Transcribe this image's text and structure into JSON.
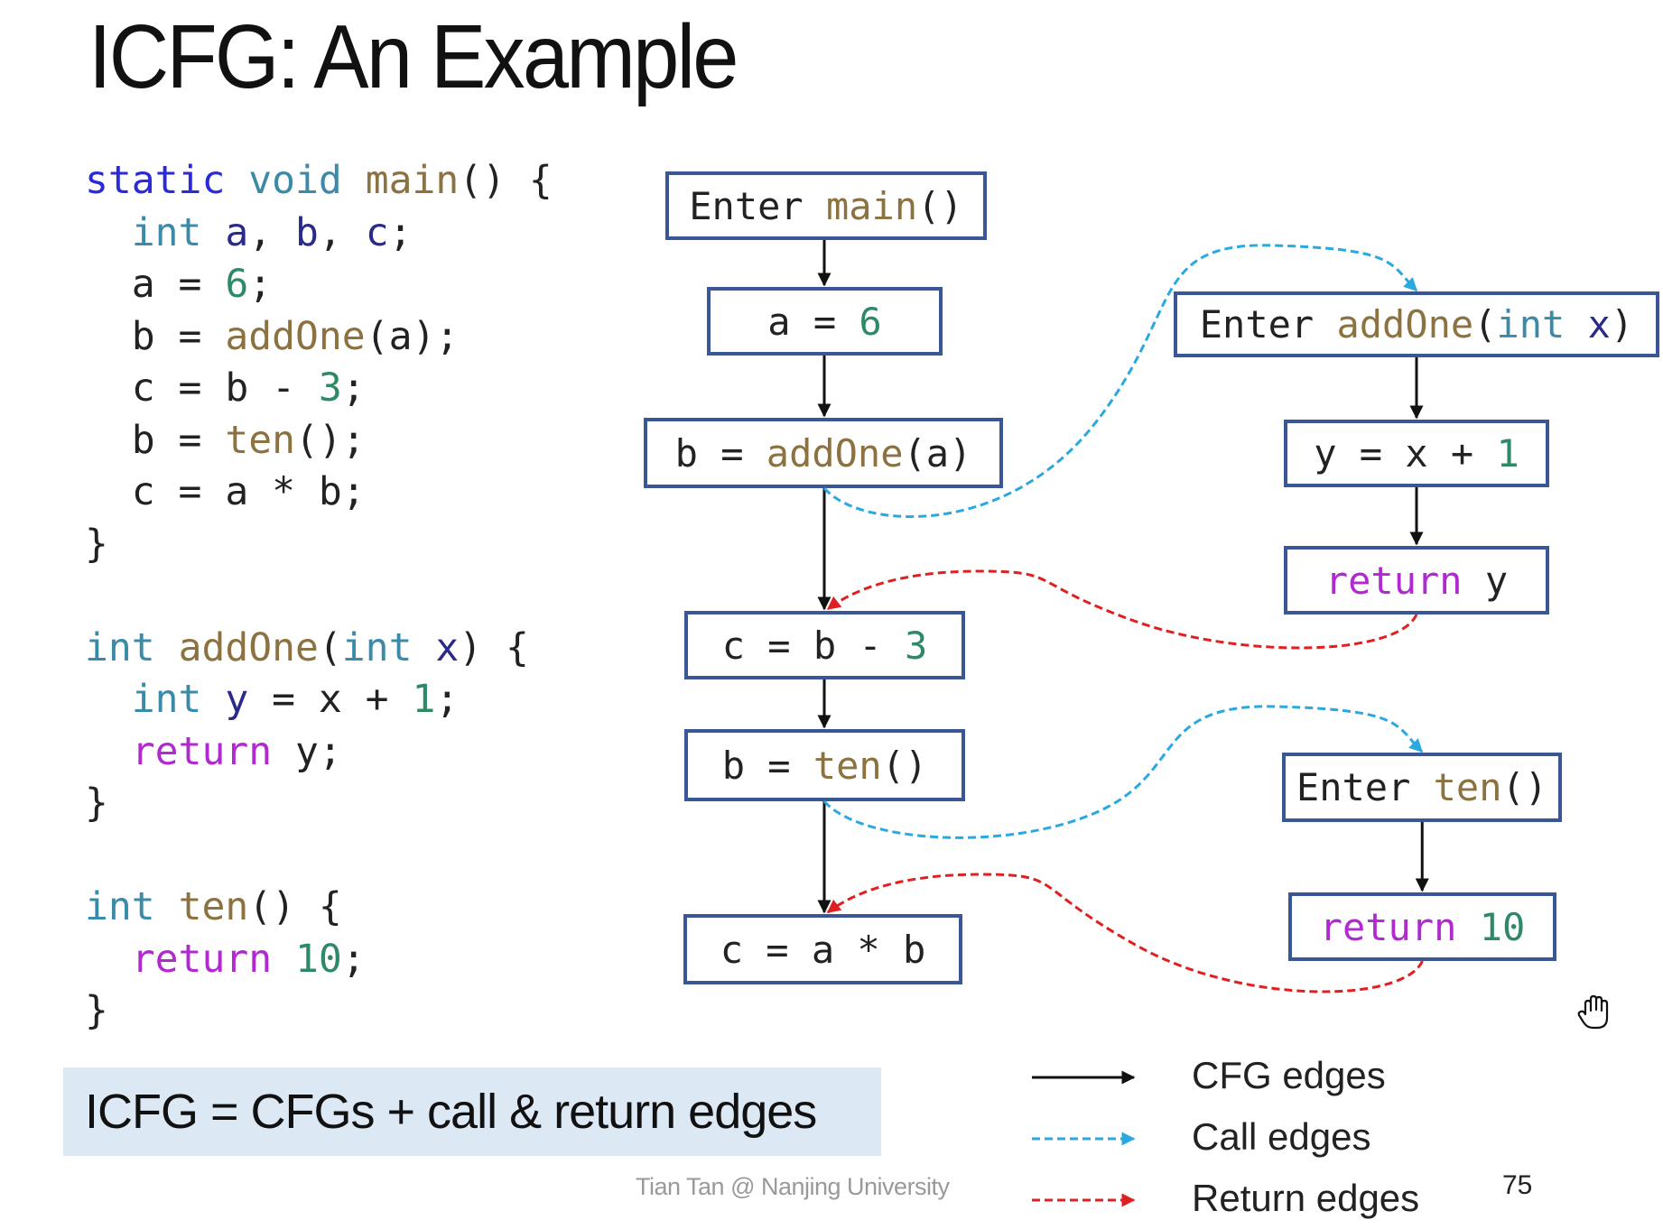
{
  "slide": {
    "title": "ICFG: An Example",
    "summary": "ICFG = CFGs + call & return edges",
    "footer": "Tian Tan @ Nanjing University",
    "page_number": "75"
  },
  "colors": {
    "node_border": "#3a5795",
    "cfg_edge": "#111111",
    "call_edge": "#2aa8e0",
    "return_edge": "#e02020",
    "summary_background": "#dde8f5"
  },
  "code": [
    [
      [
        "kw",
        "static"
      ],
      [
        "plain",
        " "
      ],
      [
        "type",
        "void"
      ],
      [
        "plain",
        " "
      ],
      [
        "fn",
        "main"
      ],
      [
        "plain",
        "() {"
      ]
    ],
    [
      [
        "plain",
        "  "
      ],
      [
        "type",
        "int"
      ],
      [
        "plain",
        " "
      ],
      [
        "decl",
        "a"
      ],
      [
        "plain",
        ", "
      ],
      [
        "decl",
        "b"
      ],
      [
        "plain",
        ", "
      ],
      [
        "decl",
        "c"
      ],
      [
        "plain",
        ";"
      ]
    ],
    [
      [
        "plain",
        "  a = "
      ],
      [
        "num",
        "6"
      ],
      [
        "plain",
        ";"
      ]
    ],
    [
      [
        "plain",
        "  b = "
      ],
      [
        "fn",
        "addOne"
      ],
      [
        "plain",
        "(a);"
      ]
    ],
    [
      [
        "plain",
        "  c = b - "
      ],
      [
        "num",
        "3"
      ],
      [
        "plain",
        ";"
      ]
    ],
    [
      [
        "plain",
        "  b = "
      ],
      [
        "fn",
        "ten"
      ],
      [
        "plain",
        "();"
      ]
    ],
    [
      [
        "plain",
        "  c = a * b;"
      ]
    ],
    [
      [
        "plain",
        "}"
      ]
    ],
    [],
    [
      [
        "type",
        "int"
      ],
      [
        "plain",
        " "
      ],
      [
        "fn",
        "addOne"
      ],
      [
        "plain",
        "("
      ],
      [
        "type",
        "int"
      ],
      [
        "plain",
        " "
      ],
      [
        "decl",
        "x"
      ],
      [
        "plain",
        ") {"
      ]
    ],
    [
      [
        "plain",
        "  "
      ],
      [
        "type",
        "int"
      ],
      [
        "plain",
        " "
      ],
      [
        "decl",
        "y"
      ],
      [
        "plain",
        " = x + "
      ],
      [
        "num",
        "1"
      ],
      [
        "plain",
        ";"
      ]
    ],
    [
      [
        "plain",
        "  "
      ],
      [
        "ret",
        "return"
      ],
      [
        "plain",
        " y;"
      ]
    ],
    [
      [
        "plain",
        "}"
      ]
    ],
    [],
    [
      [
        "type",
        "int"
      ],
      [
        "plain",
        " "
      ],
      [
        "fn",
        "ten"
      ],
      [
        "plain",
        "() {"
      ]
    ],
    [
      [
        "plain",
        "  "
      ],
      [
        "ret",
        "return"
      ],
      [
        "plain",
        " "
      ],
      [
        "num",
        "10"
      ],
      [
        "plain",
        ";"
      ]
    ],
    [
      [
        "plain",
        "}"
      ]
    ]
  ],
  "nodes": [
    {
      "id": "enter-main",
      "tokens": [
        [
          "plain",
          "Enter "
        ],
        [
          "fn",
          "main"
        ],
        [
          "plain",
          "()"
        ]
      ]
    },
    {
      "id": "a-eq-6",
      "tokens": [
        [
          "plain",
          "a = "
        ],
        [
          "num",
          "6"
        ]
      ]
    },
    {
      "id": "b-eq-addone",
      "tokens": [
        [
          "plain",
          "b = "
        ],
        [
          "fn",
          "addOne"
        ],
        [
          "plain",
          "(a)"
        ]
      ]
    },
    {
      "id": "c-eq-b-minus-3",
      "tokens": [
        [
          "plain",
          "c = b - "
        ],
        [
          "num",
          "3"
        ]
      ]
    },
    {
      "id": "b-eq-ten",
      "tokens": [
        [
          "plain",
          "b = "
        ],
        [
          "fn",
          "ten"
        ],
        [
          "plain",
          "()"
        ]
      ]
    },
    {
      "id": "c-eq-a-times-b",
      "tokens": [
        [
          "plain",
          "c = a * b"
        ]
      ]
    },
    {
      "id": "enter-addone",
      "tokens": [
        [
          "plain",
          "Enter "
        ],
        [
          "fn",
          "addOne"
        ],
        [
          "plain",
          "("
        ],
        [
          "type",
          "int"
        ],
        [
          "plain",
          " "
        ],
        [
          "decl",
          "x"
        ],
        [
          "plain",
          ")"
        ]
      ]
    },
    {
      "id": "y-eq-x-plus-1",
      "tokens": [
        [
          "plain",
          "y = x + "
        ],
        [
          "num",
          "1"
        ]
      ]
    },
    {
      "id": "return-y",
      "tokens": [
        [
          "ret",
          "return"
        ],
        [
          "plain",
          " y"
        ]
      ]
    },
    {
      "id": "enter-ten",
      "tokens": [
        [
          "plain",
          "Enter "
        ],
        [
          "fn",
          "ten"
        ],
        [
          "plain",
          "()"
        ]
      ]
    },
    {
      "id": "return-10",
      "tokens": [
        [
          "ret",
          "return"
        ],
        [
          "plain",
          " "
        ],
        [
          "num",
          "10"
        ]
      ]
    }
  ],
  "edges": [
    {
      "type": "cfg",
      "from": "enter-main",
      "to": "a-eq-6"
    },
    {
      "type": "cfg",
      "from": "a-eq-6",
      "to": "b-eq-addone"
    },
    {
      "type": "cfg",
      "from": "b-eq-addone",
      "to": "c-eq-b-minus-3"
    },
    {
      "type": "cfg",
      "from": "c-eq-b-minus-3",
      "to": "b-eq-ten"
    },
    {
      "type": "cfg",
      "from": "b-eq-ten",
      "to": "c-eq-a-times-b"
    },
    {
      "type": "cfg",
      "from": "enter-addone",
      "to": "y-eq-x-plus-1"
    },
    {
      "type": "cfg",
      "from": "y-eq-x-plus-1",
      "to": "return-y"
    },
    {
      "type": "cfg",
      "from": "enter-ten",
      "to": "return-10"
    },
    {
      "type": "call",
      "from": "b-eq-addone",
      "to": "enter-addone"
    },
    {
      "type": "return",
      "from": "return-y",
      "to": "c-eq-b-minus-3"
    },
    {
      "type": "call",
      "from": "b-eq-ten",
      "to": "enter-ten"
    },
    {
      "type": "return",
      "from": "return-10",
      "to": "c-eq-a-times-b"
    }
  ],
  "legend": [
    {
      "type": "cfg",
      "label": "CFG edges"
    },
    {
      "type": "call",
      "label": "Call edges"
    },
    {
      "type": "return",
      "label": "Return edges"
    }
  ]
}
